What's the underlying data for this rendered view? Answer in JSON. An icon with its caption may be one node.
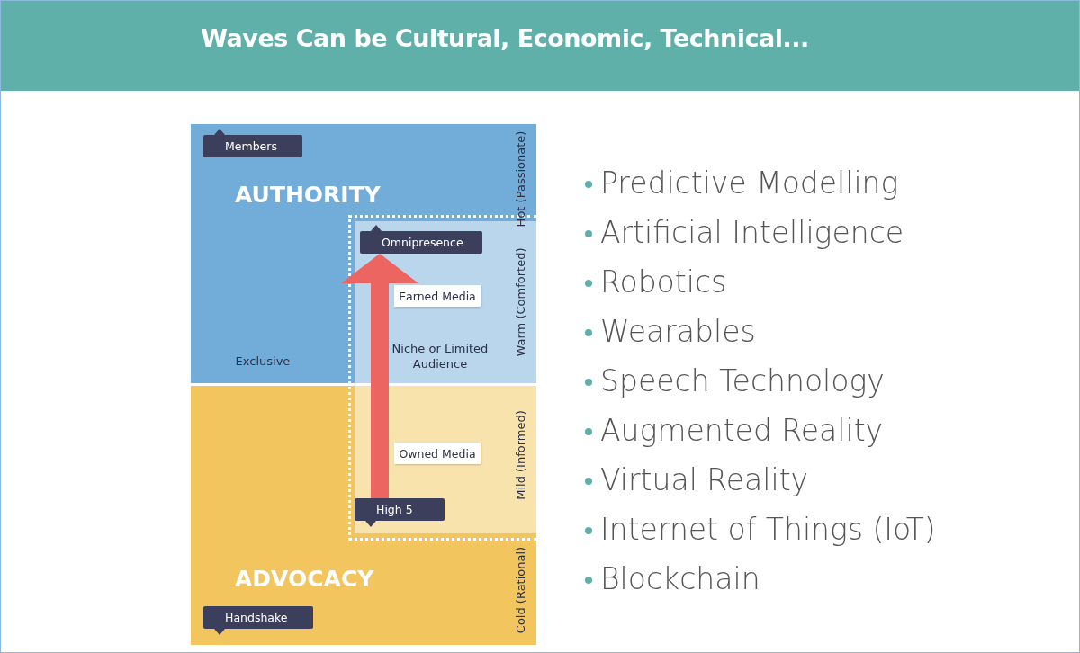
{
  "diagram": {
    "title": "Waves Can be Cultural, Economic, Technical...",
    "nodes": [
      {
        "text": [
          "AUTHORITY",
          "Exclusive"
        ]
      },
      {
        "text": [
          "ADVOCACY"
        ]
      },
      {
        "text": [
          "Niche or Limited Audience"
        ],
        "in": 0
      },
      {
        "text": [],
        "shape": "box",
        "in": 1
      },
      {
        "text": [
          "Members"
        ],
        "in": 0
      },
      {
        "text": [
          "Omnipresence"
        ],
        "in": 2
      },
      {
        "text": [
          "Earned Media"
        ],
        "in": 2
      },
      {
        "text": [
          "Owned Media"
        ],
        "in": 3
      },
      {
        "text": [
          "High 5"
        ],
        "in": 3
      },
      {
        "text": [
          "Handshake"
        ],
        "in": 1
      }
    ],
    "edges": [
      {
        "from": 8,
        "to": 5,
        "arrow": "to",
        "style": "thick",
        "color": "#ec6561"
      }
    ],
    "labels": [
      "Hot (Passionate)",
      "Warm (Comforted)",
      "Mild (Informed)",
      "Cold (Rational)",
      "Predictive Modelling",
      "Artificial Intelligence",
      "Robotics",
      "Wearables",
      "Speech Technology",
      "Augmented Reality",
      "Virtual Reality",
      "Internet of Things (IoT)",
      "Blockchain"
    ]
  }
}
